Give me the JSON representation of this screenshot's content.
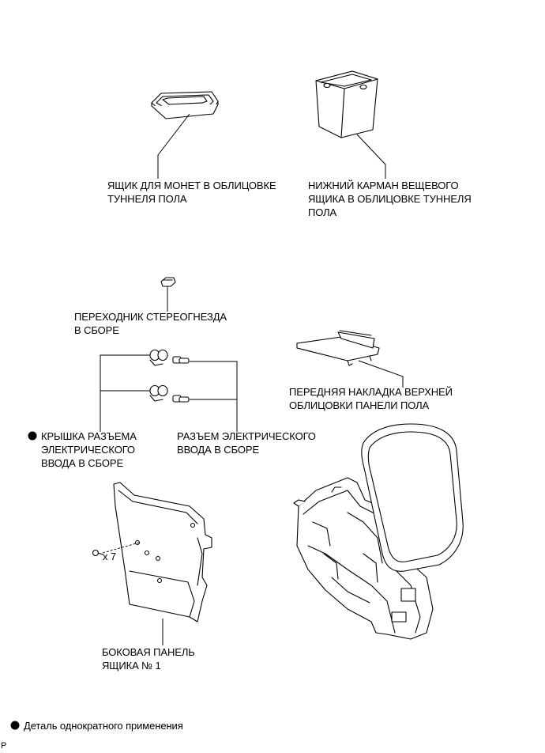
{
  "labels": {
    "coin_box": [
      "ЯЩИК ДЛЯ МОНЕТ В ОБЛИЦОВКЕ",
      "ТУННЕЛЯ ПОЛА"
    ],
    "lower_pocket": [
      "НИЖНИЙ КАРМАН ВЕЩЕВОГО",
      "ЯЩИКА В ОБЛИЦОВКЕ ТУННЕЛЯ",
      "ПОЛА"
    ],
    "stereo_adapter": [
      "ПЕРЕХОДНИК СТЕРЕОГНЕЗДА",
      "В СБОРЕ"
    ],
    "front_cover": [
      "ПЕРЕДНЯЯ НАКЛАДКА ВЕРХНЕЙ",
      "ОБЛИЦОВКИ ПАНЕЛИ ПОЛА"
    ],
    "socket_cover": [
      "КРЫШКА РАЗЪЕМА",
      "ЭЛЕКТРИЧЕСКОГО",
      "ВВОДА В СБОРЕ"
    ],
    "socket": [
      "РАЗЪЕМ ЭЛЕКТРИЧЕСКОГО",
      "ВВОДА В СБОРЕ"
    ],
    "clip_count": "x 7",
    "side_panel": [
      "БОКОВАЯ ПАНЕЛЬ",
      "ЯЩИКА № 1"
    ]
  },
  "legend": {
    "text": "Деталь однократного применения"
  },
  "footer_code": "P"
}
